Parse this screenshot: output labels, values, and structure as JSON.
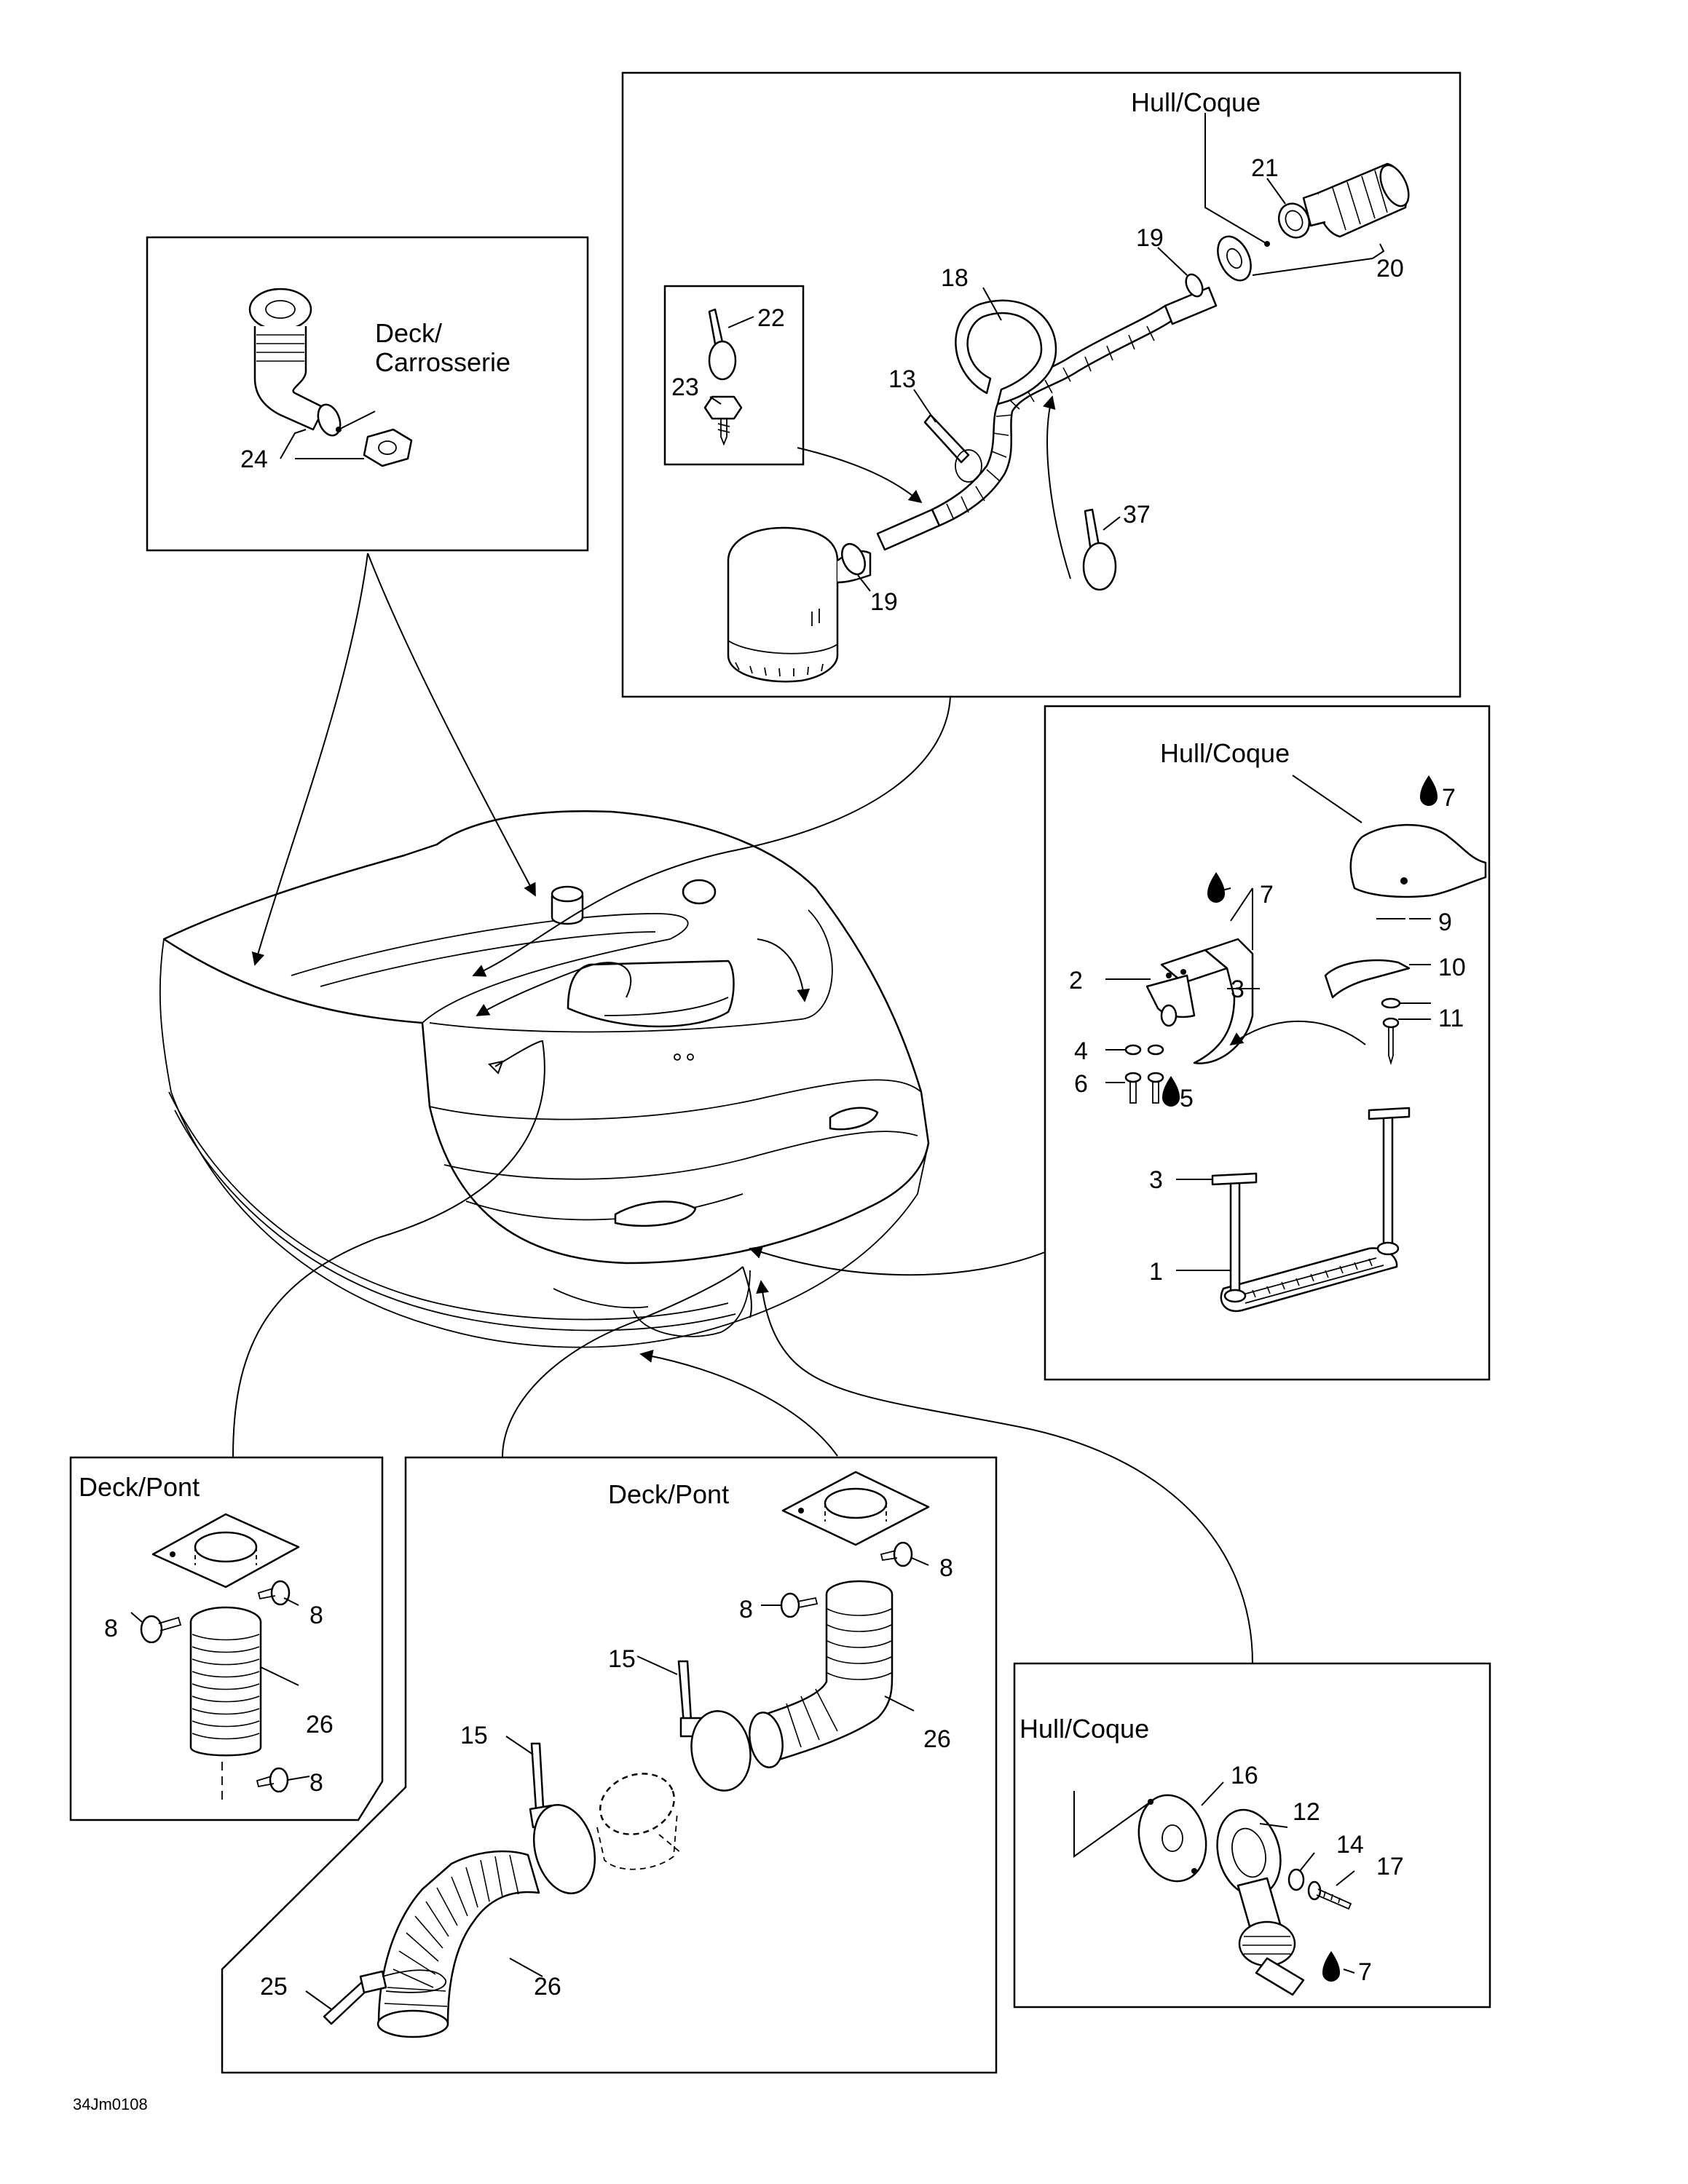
{
  "labels": {
    "hull_top": "Hull/Coque",
    "hull_ladder": "Hull/Coque",
    "hull_drain": "Hull/Coque",
    "deck_carrosserie_1": "Deck/",
    "deck_carrosserie_2": "Carrosserie",
    "deck_pont_left": "Deck/Pont",
    "deck_pont_mid": "Deck/Pont"
  },
  "callouts": {
    "c1": "1",
    "c2": "2",
    "c3a": "3",
    "c3b": "3",
    "c4": "4",
    "c5": "5",
    "c6": "6",
    "c7a": "7",
    "c7b": "7",
    "c7c": "7",
    "c8a": "8",
    "c8b": "8",
    "c8c": "8",
    "c8d": "8",
    "c8e": "8",
    "c9": "9",
    "c10": "10",
    "c11": "11",
    "c12": "12",
    "c13": "13",
    "c14": "14",
    "c15a": "15",
    "c15b": "15",
    "c16": "16",
    "c17": "17",
    "c18": "18",
    "c19a": "19",
    "c19b": "19",
    "c20": "20",
    "c21": "21",
    "c22": "22",
    "c23": "23",
    "c24": "24",
    "c25": "25",
    "c26a": "26",
    "c26b": "26",
    "c26c": "26",
    "c37": "37"
  },
  "drawing_code": "34Jm0108"
}
